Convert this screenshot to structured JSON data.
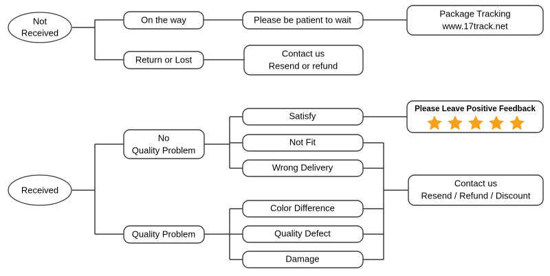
{
  "diagram": {
    "title": "Order Status Handling Flowchart",
    "type": "flowchart",
    "colors": {
      "background": "#ffffff",
      "stroke": "#3a3a3a",
      "text": "#000000",
      "star": "#f5a11e"
    },
    "branches": [
      {
        "id": "not-received",
        "root": {
          "label": "Not\nReceived",
          "line1": "Not",
          "line2": "Received",
          "shape": "ellipse"
        },
        "children": [
          {
            "id": "on-the-way",
            "label": "On the way",
            "next": {
              "id": "please-be-patient",
              "label": "Please be patient to wait",
              "next": {
                "id": "package-tracking",
                "line1": "Package Tracking",
                "line2": "www.17track.net"
              }
            }
          },
          {
            "id": "return-or-lost",
            "label": "Return or Lost",
            "next": {
              "id": "contact-us-resend-refund",
              "line1": "Contact us",
              "line2": "Resend or refund"
            }
          }
        ]
      },
      {
        "id": "received",
        "root": {
          "label": "Received",
          "shape": "ellipse"
        },
        "children": [
          {
            "id": "no-quality-problem",
            "line1": "No",
            "line2": "Quality Problem",
            "children": [
              {
                "id": "satisfy",
                "label": "Satisfy"
              },
              {
                "id": "not-fit",
                "label": "Not Fit"
              },
              {
                "id": "wrong-delivery",
                "label": "Wrong Delivery"
              }
            ]
          },
          {
            "id": "quality-problem",
            "label": "Quality Problem",
            "children": [
              {
                "id": "color-difference",
                "label": "Color Difference"
              },
              {
                "id": "quality-defect",
                "label": "Quality Defect"
              },
              {
                "id": "damage",
                "label": "Damage"
              }
            ]
          }
        ],
        "outcomes": [
          {
            "id": "positive-feedback",
            "title": "Please Leave Positive Feedback",
            "stars": 5,
            "star_glyph": "star-icon"
          },
          {
            "id": "contact-us-resend-refund-discount",
            "line1": "Contact us",
            "line2": "Resend / Refund / Discount"
          }
        ]
      }
    ]
  },
  "labels": {
    "not_received_l1": "Not",
    "not_received_l2": "Received",
    "on_the_way": "On the way",
    "return_or_lost": "Return or Lost",
    "please_be_patient": "Please be patient to wait",
    "package_tracking_l1": "Package Tracking",
    "package_tracking_l2": "www.17track.net",
    "contact_us_l1": "Contact us",
    "contact_us_l2": "Resend or refund",
    "received": "Received",
    "no_quality_problem_l1": "No",
    "no_quality_problem_l2": "Quality Problem",
    "quality_problem": "Quality Problem",
    "satisfy": "Satisfy",
    "not_fit": "Not Fit",
    "wrong_delivery": "Wrong Delivery",
    "color_difference": "Color Difference",
    "quality_defect": "Quality Defect",
    "damage": "Damage",
    "feedback_title": "Please Leave Positive Feedback",
    "contact_discount_l1": "Contact us",
    "contact_discount_l2": "Resend / Refund / Discount"
  }
}
